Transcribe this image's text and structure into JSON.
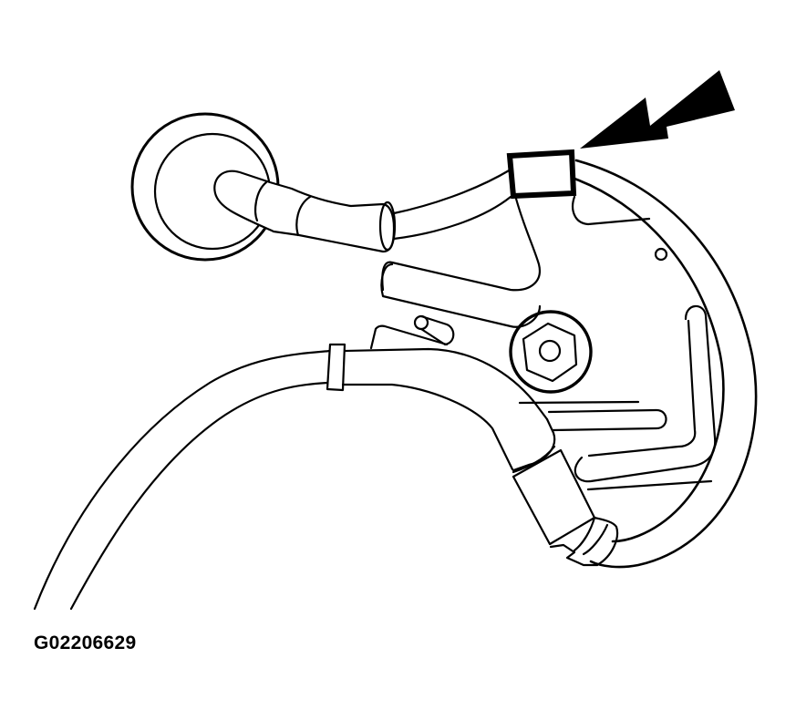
{
  "figure": {
    "id_label": "G02206629",
    "subject": "Sensor/harness bracket assembly with highlighted connector clip",
    "callout": {
      "type": "arrow",
      "target": "harness-clip",
      "color": "#000000"
    },
    "components": [
      "grommet",
      "upper-harness",
      "harness-clip",
      "mounting-plate",
      "hex-bolt",
      "lower-harness",
      "lower-connector",
      "outer-shield"
    ],
    "colors": {
      "line": "#000000",
      "background": "#ffffff"
    }
  }
}
